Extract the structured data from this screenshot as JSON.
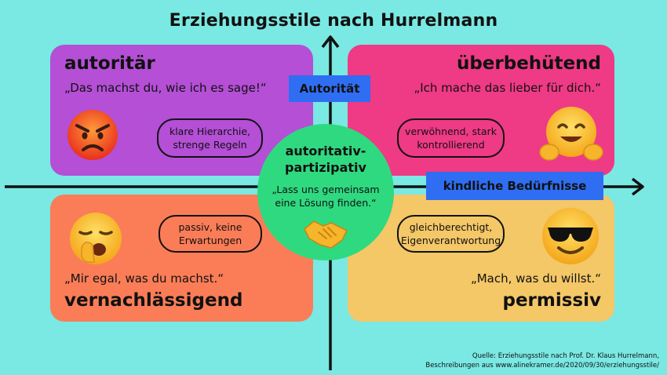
{
  "title": "Erziehungsstile nach Hurrelmann",
  "axes": {
    "vertical_label": "Autorität",
    "horizontal_label": "kindliche Bedürfnisse"
  },
  "quadrants": {
    "top_left": {
      "title": "autoritär",
      "quote": "„Das machst du, wie ich es sage!“",
      "tags": [
        "klare Hierarchie,",
        "strenge Regeln"
      ],
      "emoji": "angry-face-icon",
      "color": "#b44fd6"
    },
    "top_right": {
      "title": "überbehütend",
      "quote": "„Ich mache das lieber für dich.“",
      "tags": [
        "verwöhnend, stark",
        "kontrollierend"
      ],
      "emoji": "hugging-face-icon",
      "color": "#ef3a85"
    },
    "bottom_left": {
      "title": "vernachlässigend",
      "quote": "„Mir egal, was du machst.“",
      "tags": [
        "passiv, keine",
        "Erwartungen"
      ],
      "emoji": "yawning-face-icon",
      "color": "#fa7d57"
    },
    "bottom_right": {
      "title": "permissiv",
      "quote": "„Mach, was du willst.“",
      "tags": [
        "gleichberechtigt,",
        "Eigenverantwortung"
      ],
      "emoji": "sunglasses-face-icon",
      "color": "#f4c767"
    }
  },
  "center": {
    "title_line1": "autoritativ-",
    "title_line2": "partizipativ",
    "quote_line1": "„Lass uns gemeinsam",
    "quote_line2": "eine Lösung finden.“",
    "emoji": "handshake-icon",
    "color": "#2fd980"
  },
  "source": {
    "line1": "Quelle: Erziehungsstile nach Prof. Dr. Klaus Hurrelmann,",
    "line2": "Beschreibungen aus www.alinekramer.de/2020/09/30/erziehungsstile/"
  },
  "colors": {
    "background": "#7ae8e3",
    "axis_label": "#2f6ef2"
  }
}
